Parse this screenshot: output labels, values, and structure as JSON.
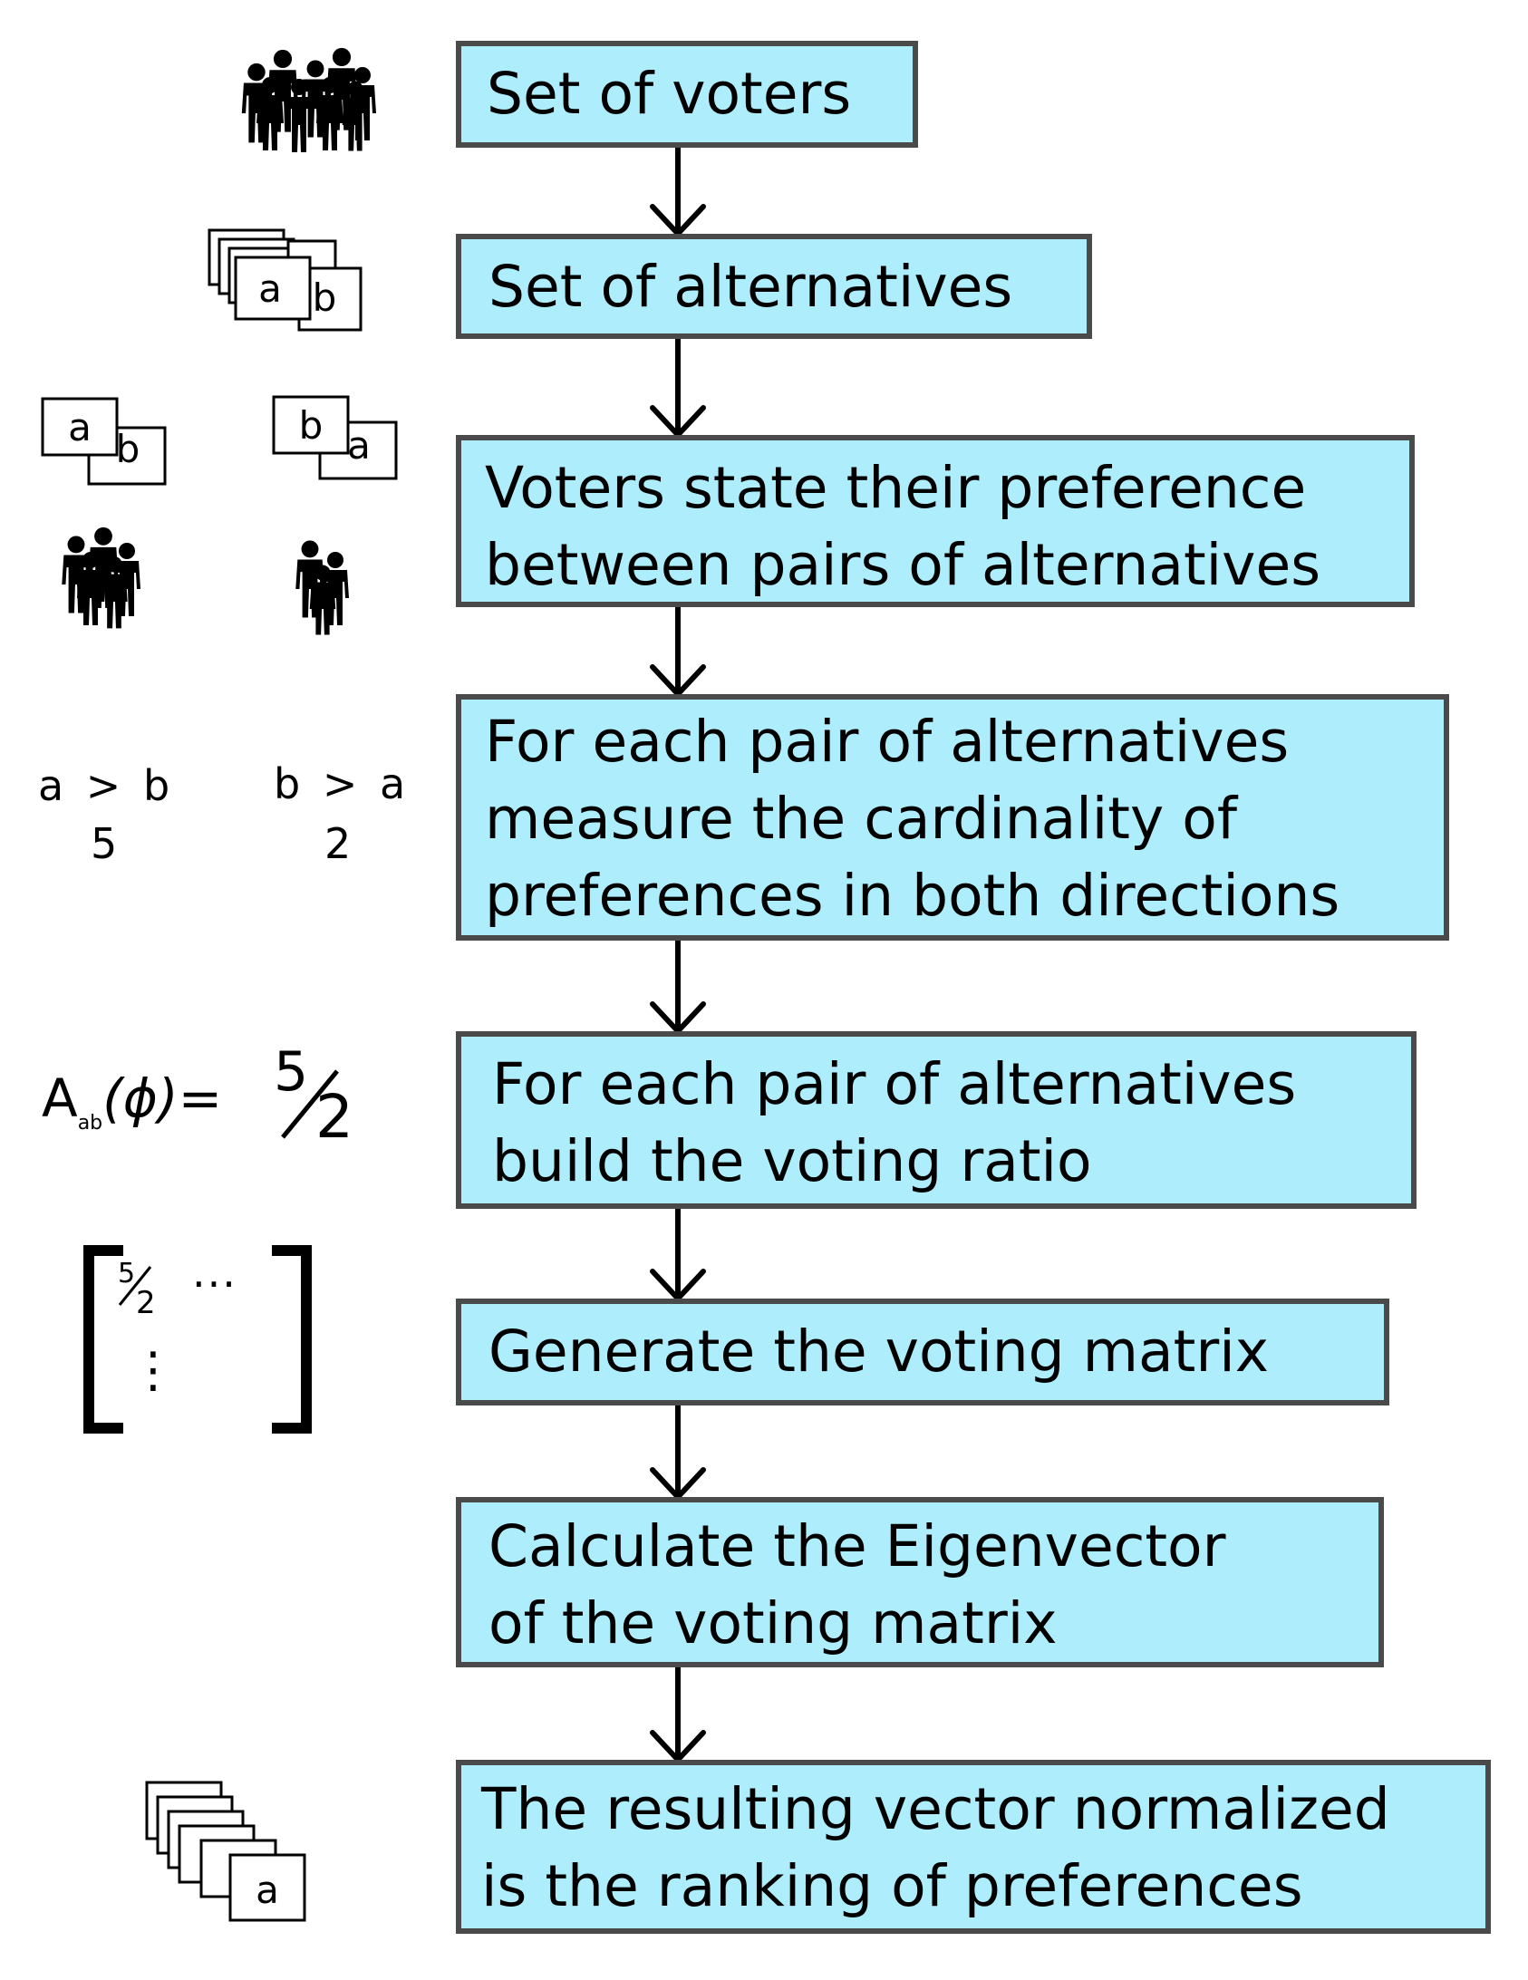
{
  "steps": [
    {
      "lines": [
        "Set of voters"
      ]
    },
    {
      "lines": [
        "Set of alternatives"
      ]
    },
    {
      "lines": [
        "Voters state their preference",
        "between pairs of alternatives"
      ]
    },
    {
      "lines": [
        "For each pair of alternatives",
        "measure the cardinality of",
        "preferences in both directions"
      ]
    },
    {
      "lines": [
        "For each pair of alternatives",
        "build the voting ratio"
      ]
    },
    {
      "lines": [
        "Generate the voting matrix"
      ]
    },
    {
      "lines": [
        "Calculate the Eigenvector",
        "of the voting matrix"
      ]
    },
    {
      "lines": [
        "The resulting vector normalized",
        "is the ranking of preferences"
      ]
    }
  ],
  "side": {
    "alternatives_cards": {
      "front": "a",
      "back": "b"
    },
    "pref_left_cards": {
      "front": "a",
      "back": "b"
    },
    "pref_right_cards": {
      "front": "b",
      "back": "a"
    },
    "pref_left_relation": "a > b",
    "pref_left_count": "5",
    "pref_right_relation": "b > a",
    "pref_right_count": "2",
    "ratio_label": "A",
    "ratio_subscript": "ab",
    "ratio_argument": "(ϕ)=",
    "ratio_numerator": "5",
    "ratio_denominator": "2",
    "matrix_numerator": "5",
    "matrix_denominator": "2",
    "matrix_row_dots": "···",
    "matrix_col_dots": "⋮",
    "ranking_card": "a"
  },
  "colors": {
    "box_fill": "#aeeefc",
    "box_border": "#4a4a4a",
    "ink": "#000000"
  }
}
